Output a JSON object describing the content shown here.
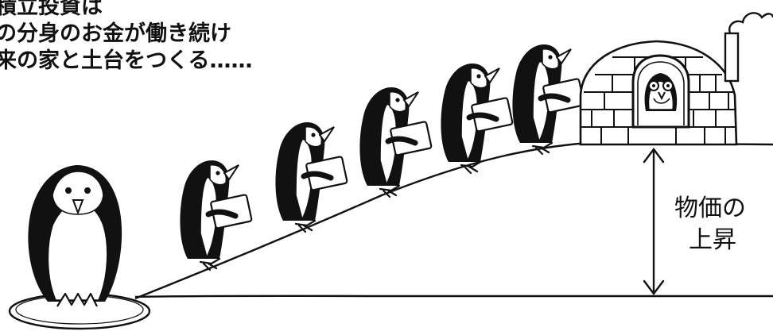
{
  "caption": {
    "lines": [
      "積立投資は",
      "の分身のお金が働き続け",
      "来の家と土台をつくる……"
    ]
  },
  "annotation": {
    "line1": "物価の",
    "line2": "上昇"
  },
  "colors": {
    "ink": "#111111",
    "paper": "#ffffff"
  },
  "illustration": {
    "subjects": [
      "penguin-standing-on-ice",
      "penguin-climbing-slope",
      "igloo-with-owl"
    ]
  }
}
